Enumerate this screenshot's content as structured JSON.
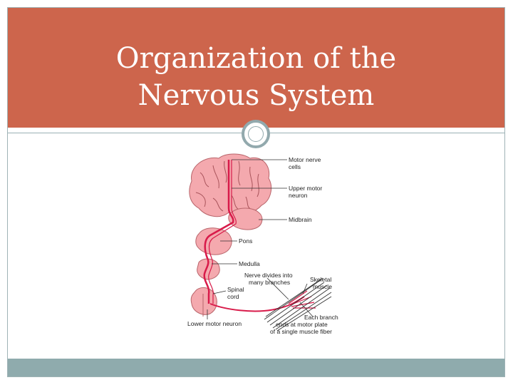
{
  "slide": {
    "title_line1": "Organization of the",
    "title_line2": "Nervous System",
    "colors": {
      "title_band": "#cd654c",
      "accent_teal": "#8fabad",
      "pathway": "#d81b4a",
      "tissue": "#f4a9ae"
    }
  },
  "diagram": {
    "labels": {
      "motor_nerve_cells_1": "Motor nerve",
      "motor_nerve_cells_2": "cells",
      "upper_motor_neuron_1": "Upper motor",
      "upper_motor_neuron_2": "neuron",
      "midbrain": "Midbrain",
      "pons": "Pons",
      "medulla": "Medulla",
      "nerve_divides_1": "Nerve divides into",
      "nerve_divides_2": "many branches",
      "skeletal_muscle_1": "Skeletal",
      "skeletal_muscle_2": "muscle",
      "spinal_cord_1": "Spinal",
      "spinal_cord_2": "cord",
      "lower_motor_neuron": "Lower motor neuron",
      "each_branch_1": "Each branch",
      "each_branch_2": "ends at motor plate",
      "each_branch_3": "of a single muscle fiber"
    }
  }
}
